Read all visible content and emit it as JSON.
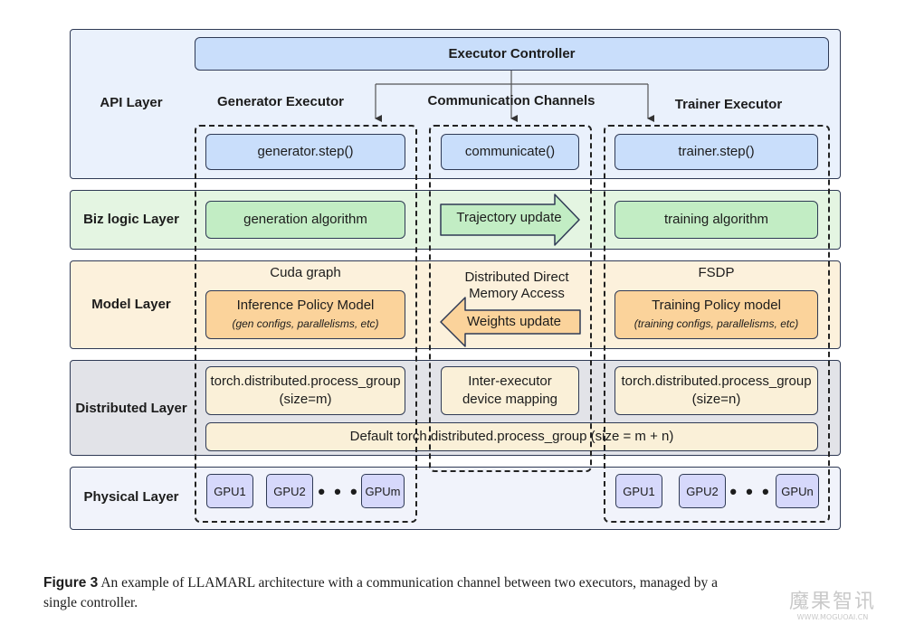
{
  "layers": {
    "api": "API Layer",
    "biz": "Biz logic Layer",
    "model": "Model Layer",
    "distributed": "Distributed Layer",
    "physical": "Physical Layer"
  },
  "executor_controller": "Executor Controller",
  "columns": {
    "generator": "Generator Executor",
    "communication": "Communication Channels",
    "trainer": "Trainer Executor"
  },
  "api": {
    "generator_step": "generator.step()",
    "communicate": "communicate()",
    "trainer_step": "trainer.step()"
  },
  "biz": {
    "generation_algorithm": "generation algorithm",
    "trajectory_update": "Trajectory update",
    "training_algorithm": "training algorithm"
  },
  "model": {
    "cuda_graph": "Cuda graph",
    "dma_line1": "Distributed Direct",
    "dma_line2": "Memory Access",
    "fsdp": "FSDP",
    "inference_title": "Inference Policy Model",
    "inference_sub": "(gen configs, parallelisms, etc)",
    "weights_update": "Weights update",
    "training_title": "Training Policy model",
    "training_sub": "(training configs, parallelisms, etc)"
  },
  "distributed": {
    "gen_pg_line1": "torch.distributed.process_group",
    "gen_pg_line2": "(size=m)",
    "mapping_line1": "Inter-executor",
    "mapping_line2": "device mapping",
    "train_pg_line1": "torch.distributed.process_group",
    "train_pg_line2": "(size=n)",
    "default_pg": "Default torch.distributed.process_group (size = m + n)"
  },
  "physical": {
    "gen_gpus": [
      "GPU1",
      "GPU2",
      "GPUm"
    ],
    "train_gpus": [
      "GPU1",
      "GPU2",
      "GPUn"
    ],
    "ellipsis": "• • •"
  },
  "caption": {
    "label": "Figure 3",
    "line1": "An example of LLAMARL architecture with a communication channel between two executors, managed by a",
    "line2": "single controller."
  },
  "watermark": {
    "brand": "魔果智讯",
    "url": "WWW.MOGUOAI.CN"
  },
  "colors": {
    "api_bg": "#eaf1fc",
    "biz_bg": "#e4f5e2",
    "model_bg": "#fcf1dc",
    "distributed_bg": "#e2e3e8",
    "physical_bg": "#f1f3fb",
    "blue_box": "#c9defb",
    "green_box": "#c2edc4",
    "orange_box": "#fbd39b",
    "cream_box": "#faf0d8",
    "gpu_box": "#d6d8fb"
  }
}
